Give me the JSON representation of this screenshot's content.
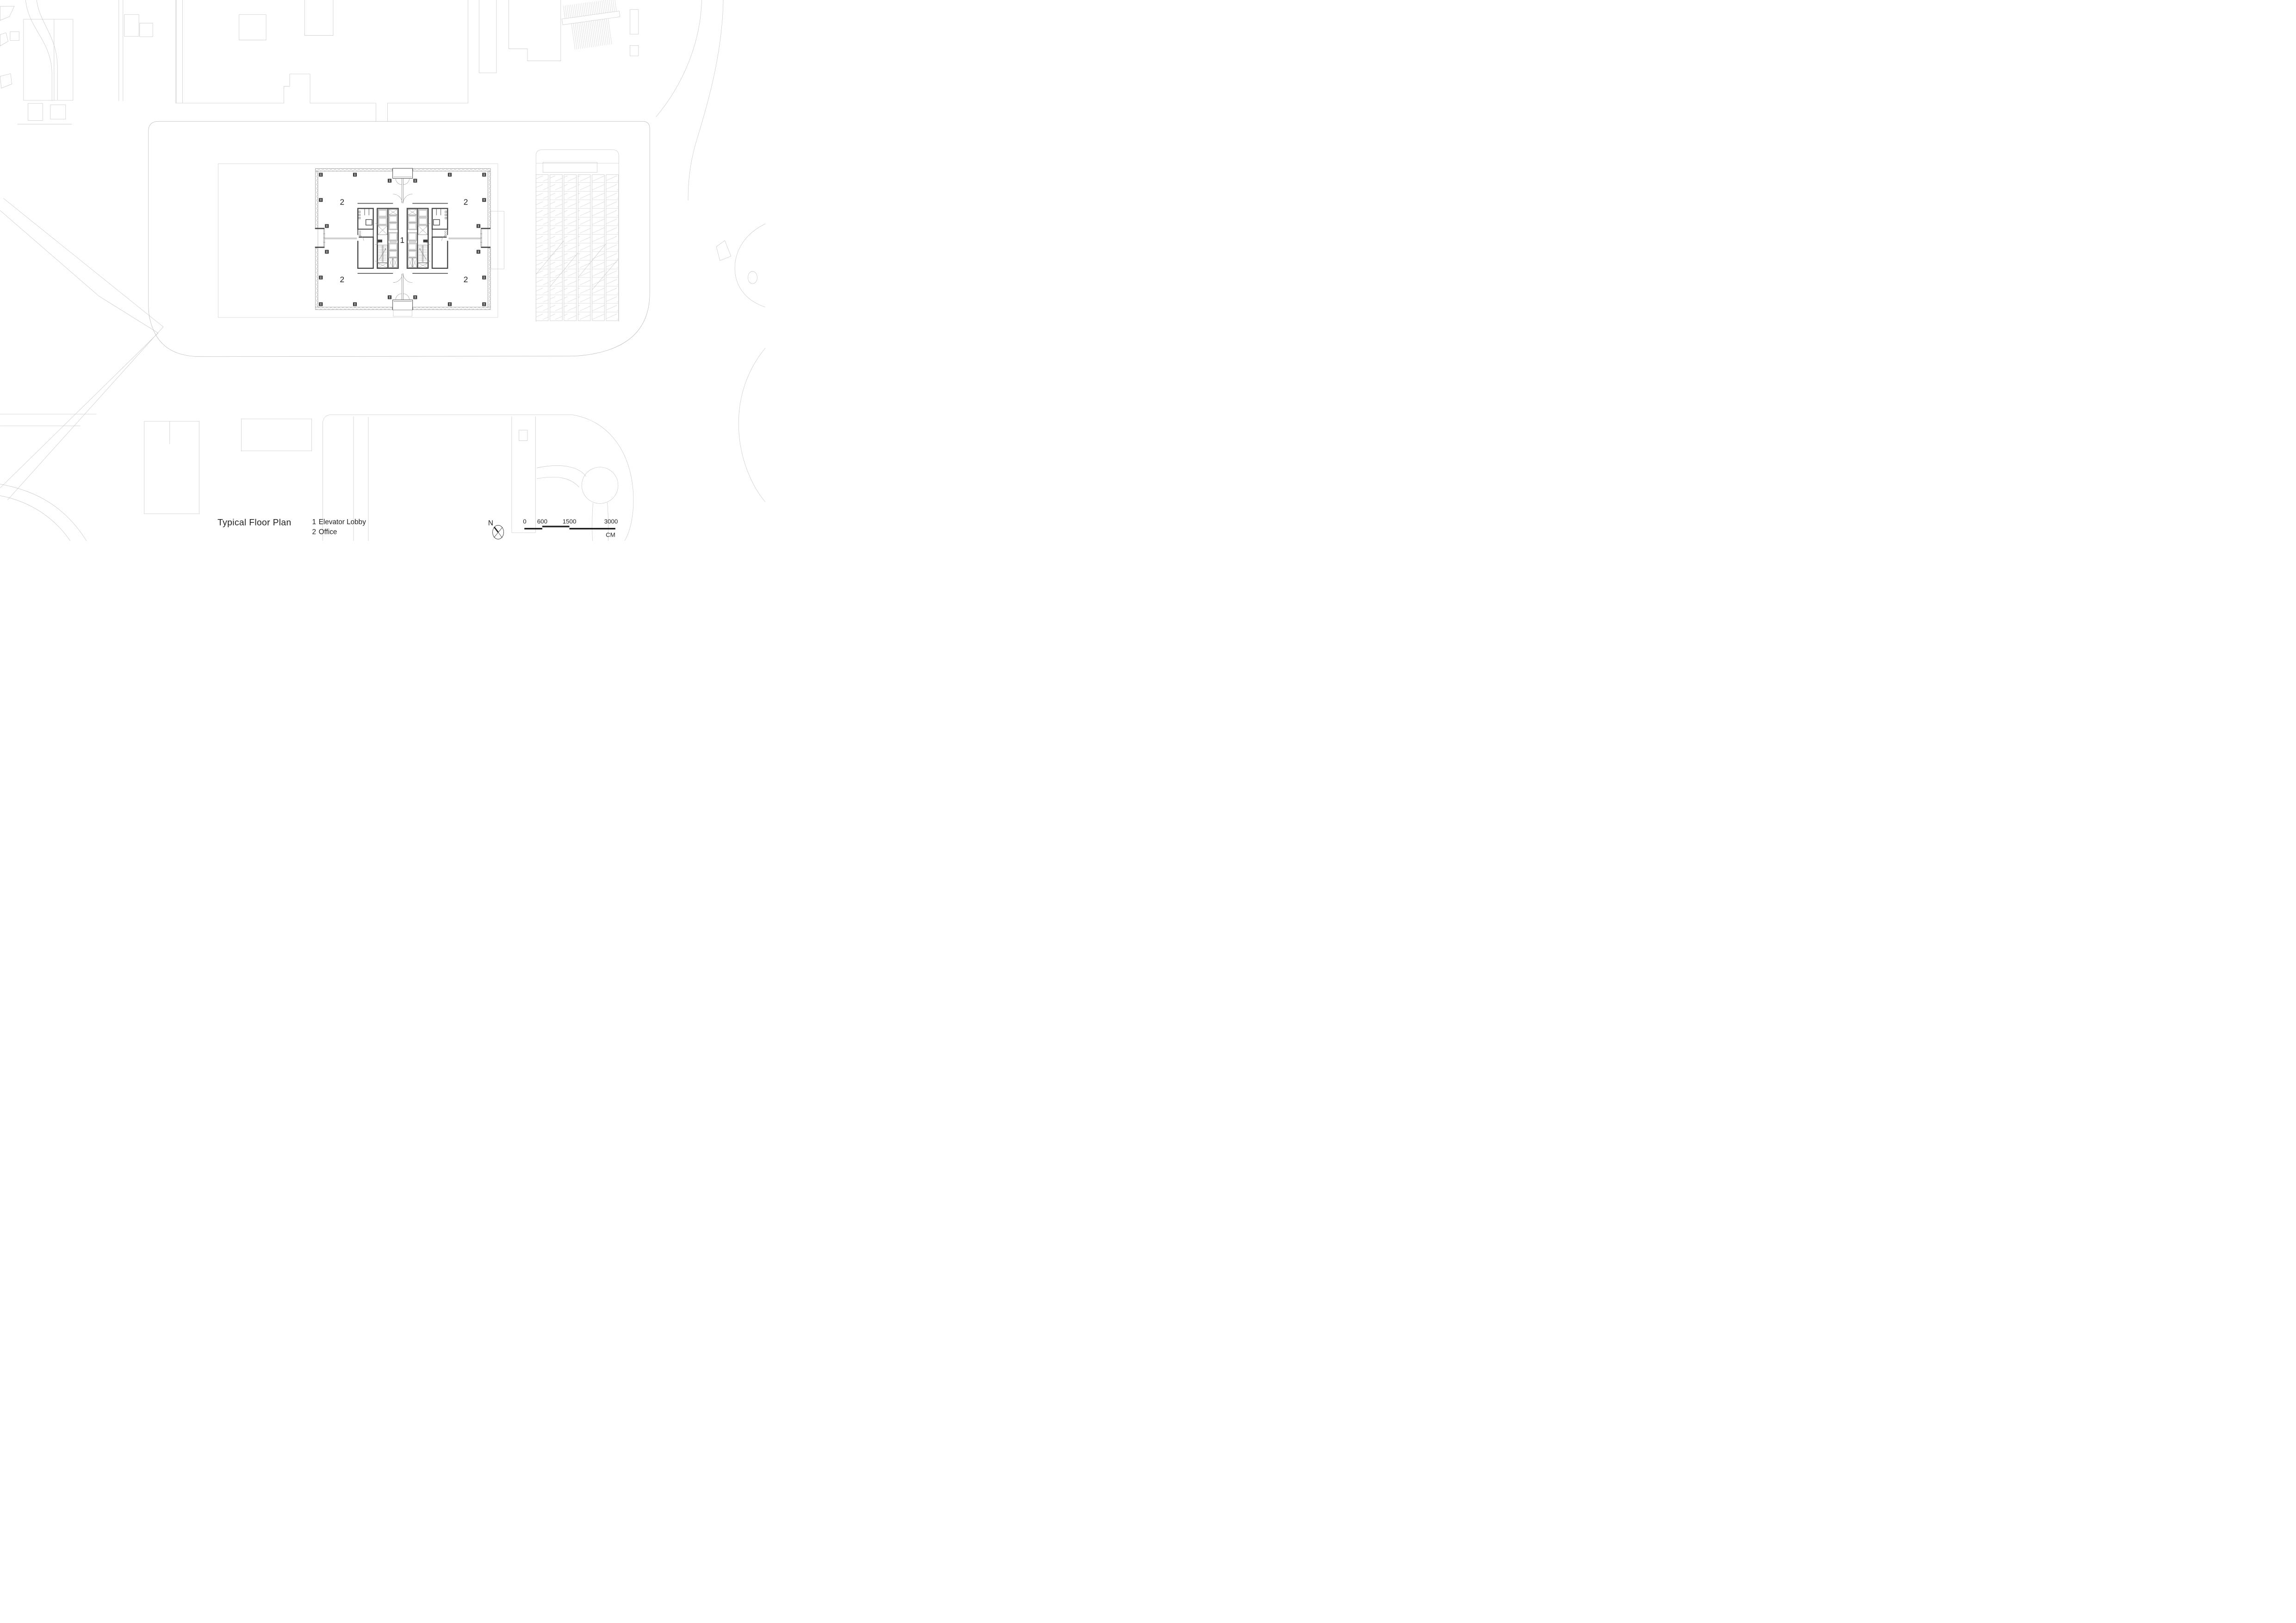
{
  "sheet": {
    "title": "Typical Floor Plan"
  },
  "legend": {
    "items": [
      {
        "num": "1",
        "label": "Elevator Lobby"
      },
      {
        "num": "2",
        "label": "Office"
      }
    ]
  },
  "plan": {
    "lobby_label": "1",
    "office_label": "2"
  },
  "compass": {
    "label": "N"
  },
  "scale_bar": {
    "ticks": [
      "0",
      "600",
      "1500",
      "3000"
    ],
    "unit": "CM"
  },
  "colors": {
    "paper": "#ffffff",
    "context_line": "#c3c3c3",
    "site_line": "#b7b7b7",
    "plan_line": "#6f6f6f",
    "facade_line": "#a0a0a0",
    "wall": "#454545",
    "column": "#3d3d3d",
    "ink": "#1f1f1f"
  }
}
